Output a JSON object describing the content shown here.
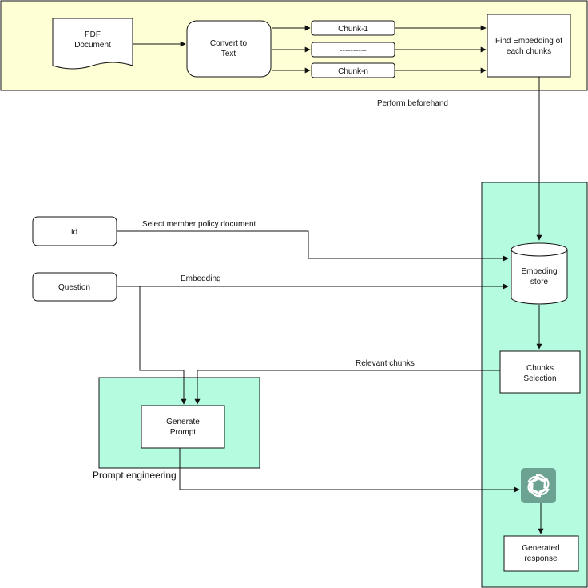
{
  "colors": {
    "preprocess_band": "#FFFFD6",
    "retrieval_band": "#B4FBE0",
    "prompt_band": "#B4FBE0",
    "gpt_logo_bg": "#6BA292",
    "stroke": "#111111"
  },
  "preprocess": {
    "pdf_document": [
      "PDF",
      "Document"
    ],
    "convert_to_text": [
      "Convert to",
      "Text"
    ],
    "chunk_1": "Chunk-1",
    "chunk_mid": "----------",
    "chunk_n": "Chunk-n",
    "find_embedding": [
      "Find Embedding of",
      "each chunks"
    ]
  },
  "perform_beforehand": "Perform beforehand",
  "inputs": {
    "id": "Id",
    "question": "Question"
  },
  "edges": {
    "select_member_policy": "Select member policy document",
    "embedding": "Embedding",
    "relevant_chunks": "Relevant chunks"
  },
  "retrieval": {
    "embedding_store": [
      "Embeding",
      "store"
    ],
    "chunks_selection": [
      "Chunks",
      "Selection"
    ],
    "gpt_logo_icon": "openai-logo-icon",
    "generated_response": [
      "Generated",
      "response"
    ]
  },
  "prompt": {
    "generate_prompt": [
      "Generate",
      "Prompt"
    ],
    "prompt_engineering": "Prompt engineering"
  }
}
